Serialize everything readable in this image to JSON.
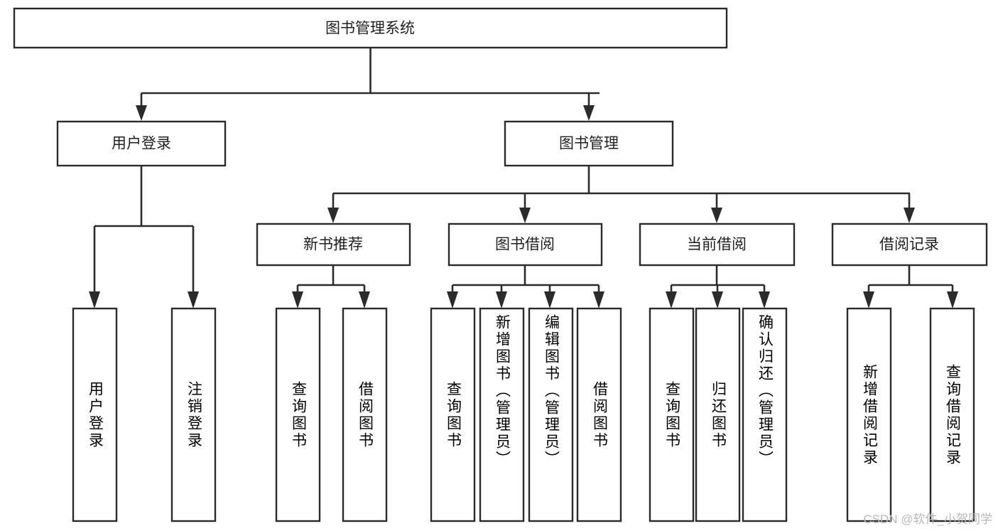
{
  "diagram": {
    "type": "tree-hierarchy",
    "orientation": "top-down",
    "root": {
      "id": "root",
      "label": "图书管理系统",
      "level": 0
    },
    "level1": [
      {
        "id": "user-login",
        "label": "用户登录",
        "level": 1
      },
      {
        "id": "book-management",
        "label": "图书管理",
        "level": 1
      }
    ],
    "level2": [
      {
        "id": "new-book-recommend",
        "label": "新书推荐",
        "level": 2,
        "parent": "book-management"
      },
      {
        "id": "book-borrow",
        "label": "图书借阅",
        "level": 2,
        "parent": "book-management"
      },
      {
        "id": "current-borrow",
        "label": "当前借阅",
        "level": 2,
        "parent": "book-management"
      },
      {
        "id": "borrow-record",
        "label": "借阅记录",
        "level": 2,
        "parent": "book-management"
      }
    ],
    "leaves": [
      {
        "id": "leaf-user-login",
        "label": "用户登录",
        "parent": "user-login"
      },
      {
        "id": "leaf-user-logout",
        "label": "注销登录",
        "parent": "user-login"
      },
      {
        "id": "leaf-query-book-1",
        "label": "查询图书",
        "parent": "new-book-recommend"
      },
      {
        "id": "leaf-borrow-book-1",
        "label": "借阅图书",
        "parent": "new-book-recommend"
      },
      {
        "id": "leaf-query-book-2",
        "label": "查询图书",
        "parent": "book-borrow"
      },
      {
        "id": "leaf-add-book",
        "label": "新增图书（管理员）",
        "parent": "book-borrow"
      },
      {
        "id": "leaf-edit-book",
        "label": "编辑图书（管理员）",
        "parent": "book-borrow"
      },
      {
        "id": "leaf-borrow-book-2",
        "label": "借阅图书",
        "parent": "book-borrow"
      },
      {
        "id": "leaf-query-book-3",
        "label": "查询图书",
        "parent": "current-borrow"
      },
      {
        "id": "leaf-return-book",
        "label": "归还图书",
        "parent": "current-borrow"
      },
      {
        "id": "leaf-confirm-return",
        "label": "确认归还（管理员）",
        "parent": "current-borrow"
      },
      {
        "id": "leaf-add-record",
        "label": "新增借阅记录",
        "parent": "borrow-record"
      },
      {
        "id": "leaf-query-record",
        "label": "查询借阅记录",
        "parent": "borrow-record"
      }
    ],
    "colors": {
      "box_stroke": "#2b2b2b",
      "box_fill": "#ffffff",
      "connector": "#2b2b2b",
      "text": "#1f1f1f",
      "background": "#ffffff",
      "watermark": "#b8b8b8"
    }
  },
  "watermark": {
    "text": "CSDN @软件_小贺同学"
  }
}
